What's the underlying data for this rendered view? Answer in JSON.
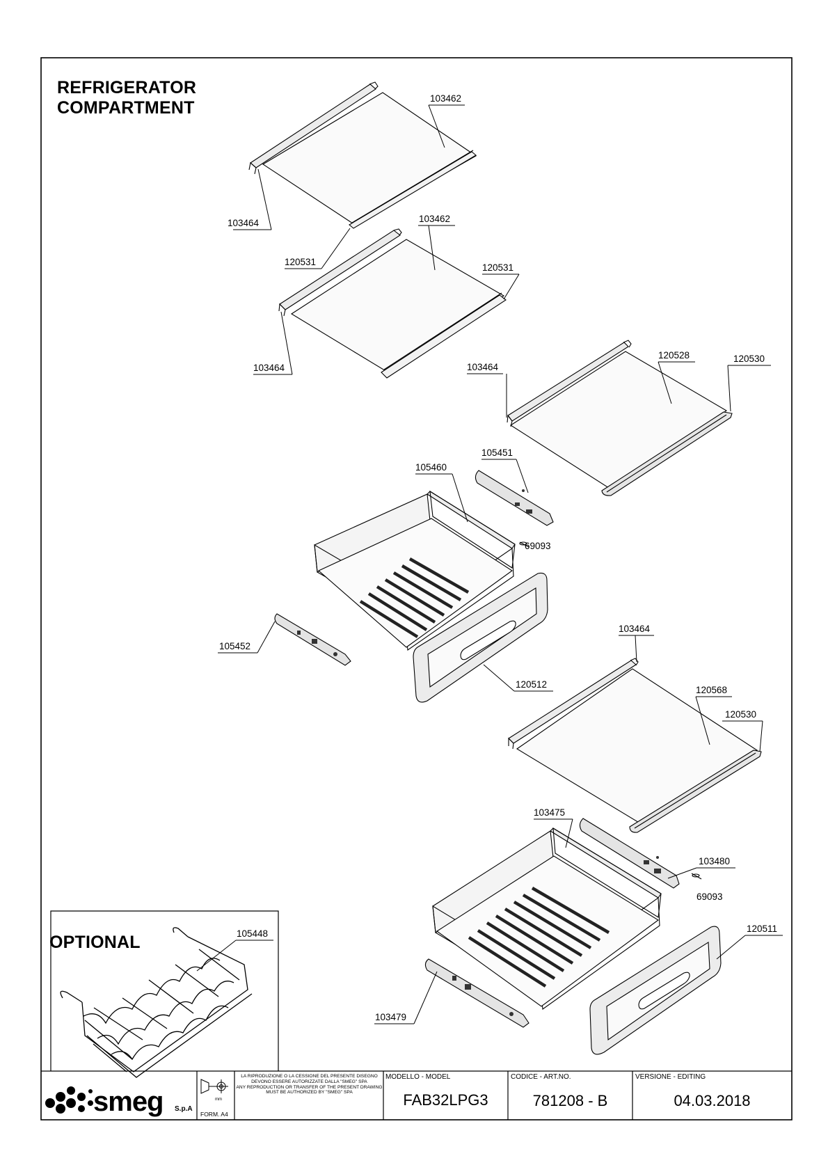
{
  "header": {
    "title_line1": "REFRIGERATOR",
    "title_line2": "COMPARTMENT"
  },
  "optional_box": {
    "title": "OPTIONAL",
    "part": "105448"
  },
  "parts": {
    "p1": "103462",
    "p2": "103464",
    "p3": "120531",
    "p4": "103462",
    "p5": "120531",
    "p6": "103464",
    "p7": "103464",
    "p8": "120528",
    "p9": "120530",
    "p10": "105451",
    "p11": "105460",
    "p12": "69093",
    "p13": "105452",
    "p14": "120512",
    "p15": "103464",
    "p16": "120568",
    "p17": "120530",
    "p18": "103475",
    "p19": "103480",
    "p20": "69093",
    "p21": "120511",
    "p22": "103479"
  },
  "title_block": {
    "logo_text": "smeg",
    "logo_suffix": "S.p.A",
    "unit": "mm",
    "format": "FORM. A4",
    "notice_it": "LA RIPRODUZIONE O LA CESSIONE DEL PRESENTE DISEGNO DEVONO ESSERE AUTORIZZATE DALLA \"SMEG\" SPA",
    "notice_en": "ANY REPRODUCTION OR TRANSFER OF THE PRESENT DRAWING MUST BE AUTHORIZED BY \"SMEG\" SPA",
    "model_label": "MODELLO - MODEL",
    "model_value": "FAB32LPG3",
    "code_label": "CODICE - ART.NO.",
    "code_value": "781208 - B",
    "version_label": "VERSIONE - EDITING",
    "version_value": "04.03.2018"
  }
}
